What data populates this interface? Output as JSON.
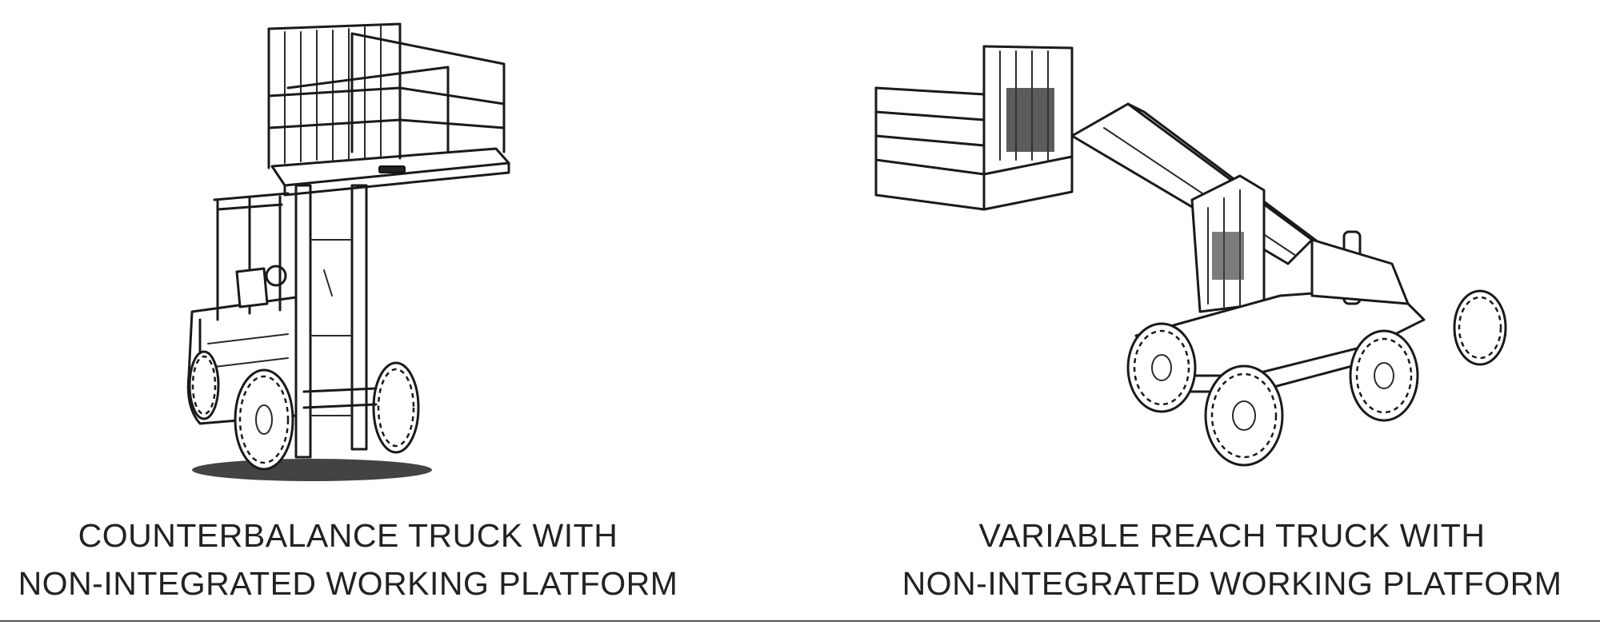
{
  "figures": [
    {
      "id": "counterbalance",
      "illustration_icon": "forklift-with-platform-icon",
      "caption_lines": [
        "COUNTERBALANCE TRUCK WITH",
        "NON-INTEGRATED WORKING PLATFORM"
      ]
    },
    {
      "id": "variable-reach",
      "illustration_icon": "telehandler-with-platform-icon",
      "caption_lines": [
        "VARIABLE REACH TRUCK WITH",
        "NON-INTEGRATED WORKING PLATFORM"
      ]
    }
  ],
  "colors": {
    "background": "#ffffff",
    "text": "#222222",
    "line_art": "#1a1a1a",
    "rule": "#555555"
  }
}
